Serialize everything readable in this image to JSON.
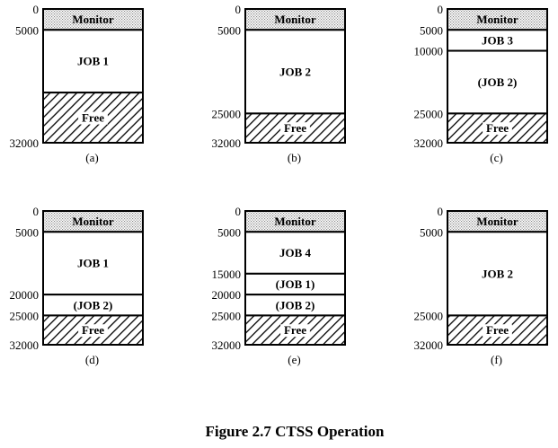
{
  "figure_title": "Figure 2.7  CTSS Operation",
  "panels": [
    {
      "caption": "(a)",
      "segments": [
        {
          "label": "Monitor",
          "start": 0,
          "end": 5000,
          "fill": "dotted"
        },
        {
          "label": "JOB 1",
          "start": 5000,
          "end": 20000,
          "fill": "white"
        },
        {
          "label": "Free",
          "start": 20000,
          "end": 32000,
          "fill": "hatched"
        }
      ],
      "address_labels": [
        "0",
        "5000",
        "32000"
      ]
    },
    {
      "caption": "(b)",
      "segments": [
        {
          "label": "Monitor",
          "start": 0,
          "end": 5000,
          "fill": "dotted"
        },
        {
          "label": "JOB 2",
          "start": 5000,
          "end": 25000,
          "fill": "white"
        },
        {
          "label": "Free",
          "start": 25000,
          "end": 32000,
          "fill": "hatched"
        }
      ],
      "address_labels": [
        "0",
        "5000",
        "25000",
        "32000"
      ]
    },
    {
      "caption": "(c)",
      "segments": [
        {
          "label": "Monitor",
          "start": 0,
          "end": 5000,
          "fill": "dotted"
        },
        {
          "label": "JOB 3",
          "start": 5000,
          "end": 10000,
          "fill": "white"
        },
        {
          "label": "(JOB 2)",
          "start": 10000,
          "end": 25000,
          "fill": "white"
        },
        {
          "label": "Free",
          "start": 25000,
          "end": 32000,
          "fill": "hatched"
        }
      ],
      "address_labels": [
        "0",
        "5000",
        "10000",
        "25000",
        "32000"
      ]
    },
    {
      "caption": "(d)",
      "segments": [
        {
          "label": "Monitor",
          "start": 0,
          "end": 5000,
          "fill": "dotted"
        },
        {
          "label": "JOB 1",
          "start": 5000,
          "end": 20000,
          "fill": "white"
        },
        {
          "label": "(JOB 2)",
          "start": 20000,
          "end": 25000,
          "fill": "white"
        },
        {
          "label": "Free",
          "start": 25000,
          "end": 32000,
          "fill": "hatched"
        }
      ],
      "address_labels": [
        "0",
        "5000",
        "20000",
        "25000",
        "32000"
      ]
    },
    {
      "caption": "(e)",
      "segments": [
        {
          "label": "Monitor",
          "start": 0,
          "end": 5000,
          "fill": "dotted"
        },
        {
          "label": "JOB 4",
          "start": 5000,
          "end": 15000,
          "fill": "white"
        },
        {
          "label": "(JOB 1)",
          "start": 15000,
          "end": 20000,
          "fill": "white"
        },
        {
          "label": "(JOB 2)",
          "start": 20000,
          "end": 25000,
          "fill": "white"
        },
        {
          "label": "Free",
          "start": 25000,
          "end": 32000,
          "fill": "hatched"
        }
      ],
      "address_labels": [
        "0",
        "5000",
        "15000",
        "20000",
        "25000",
        "32000"
      ]
    },
    {
      "caption": "(f)",
      "segments": [
        {
          "label": "Monitor",
          "start": 0,
          "end": 5000,
          "fill": "dotted"
        },
        {
          "label": "JOB 2",
          "start": 5000,
          "end": 25000,
          "fill": "white"
        },
        {
          "label": "Free",
          "start": 25000,
          "end": 32000,
          "fill": "hatched"
        }
      ],
      "address_labels": [
        "0",
        "5000",
        "25000",
        "32000"
      ]
    }
  ]
}
